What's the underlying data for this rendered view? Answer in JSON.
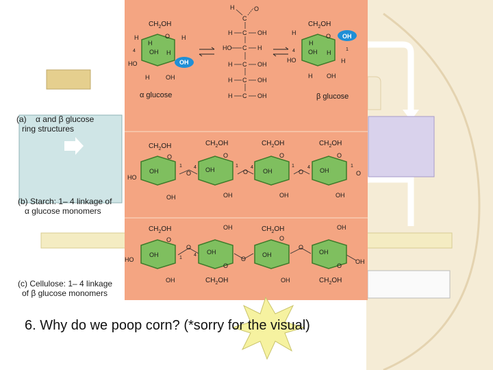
{
  "palette": {
    "panel": "#f4a582",
    "ring": "#7fbf5f",
    "ring_stroke": "#3d7a2a",
    "highlight": "#1f8fd6"
  },
  "panel_a": {
    "caption_prefix": "(a)",
    "caption_line1": "α and β glucose",
    "caption_line2": "ring structures",
    "alpha_name": "α glucose",
    "beta_name": "β glucose",
    "open_chain": [
      "H",
      "O",
      "H",
      "OH",
      "HO",
      "H",
      "H",
      "OH",
      "H",
      "OH",
      "H",
      "OH"
    ]
  },
  "panel_b": {
    "caption_line1": "(b) Starch: 1– 4 linkage of",
    "caption_line2": "α glucose monomers"
  },
  "panel_c": {
    "caption_line1": "(c) Cellulose: 1– 4 linkage",
    "caption_line2": "of β glucose monomers"
  },
  "question": "6.  Why do we poop corn?  (*sorry for the visual)",
  "atoms": {
    "ch2oh": "CH2OH",
    "oh": "OH",
    "ho": "HO",
    "h": "H",
    "o": "O",
    "n1": "1",
    "n4": "4"
  }
}
